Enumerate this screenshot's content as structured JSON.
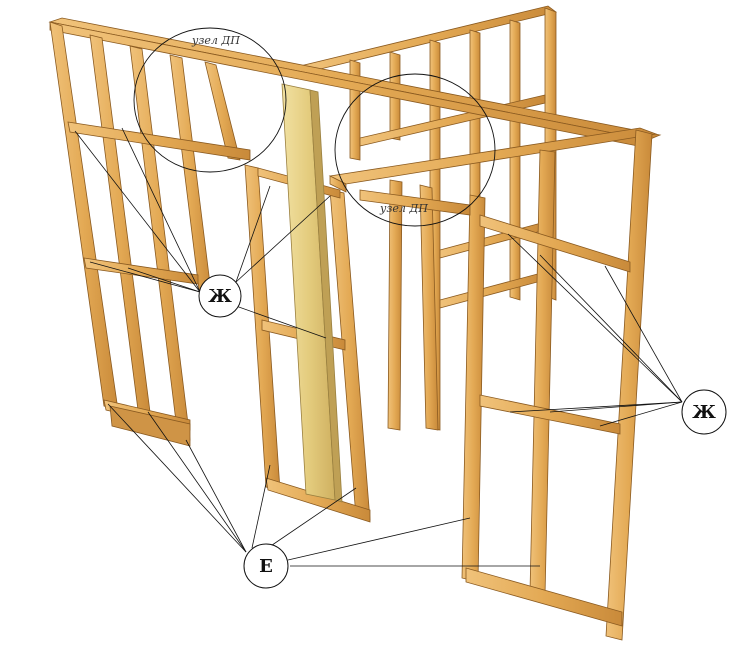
{
  "labels": {
    "callout_g": "Ж",
    "callout_e": "Е",
    "detail_dp": "узел ДП"
  },
  "colors": {
    "wood": "#e6b060",
    "wood_dark": "#b9782e",
    "wood_edge": "#8a5a20",
    "beam": "#ead48a",
    "line": "#111111"
  }
}
